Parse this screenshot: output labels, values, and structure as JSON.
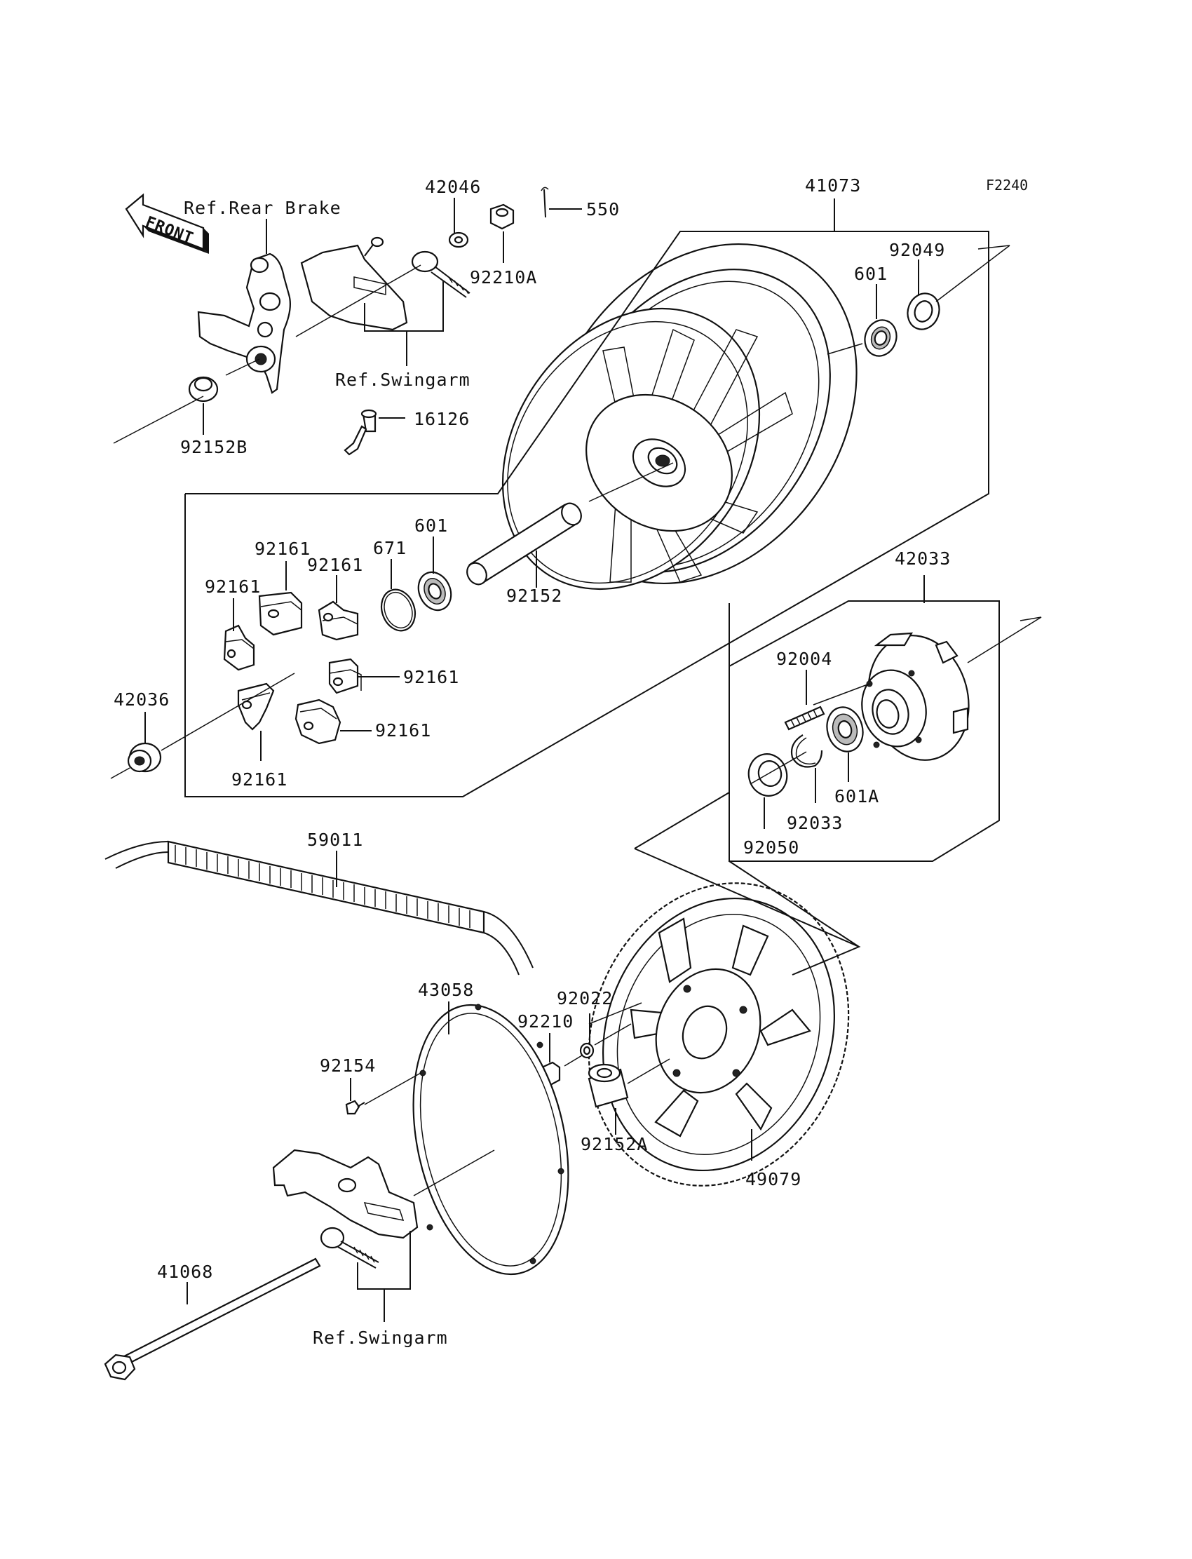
{
  "figure_code": "F2240",
  "front_label": "FRONT",
  "refs": {
    "rear_brake": "Ref.Rear Brake",
    "swingarm_top": "Ref.Swingarm",
    "swingarm_bottom": "Ref.Swingarm"
  },
  "parts": {
    "p42046": "42046",
    "p550": "550",
    "p41073": "41073",
    "p92049": "92049",
    "p601_top": "601",
    "p92210A": "92210A",
    "p92152B": "92152B",
    "p16126": "16126",
    "p92161_a": "92161",
    "p92161_b": "92161",
    "p92161_c": "92161",
    "p92161_d": "92161",
    "p92161_e": "92161",
    "p92161_f": "92161",
    "p671": "671",
    "p601_mid": "601",
    "p92152": "92152",
    "p42033": "42033",
    "p42036": "42036",
    "p92004": "92004",
    "p601A": "601A",
    "p92033": "92033",
    "p92050": "92050",
    "p59011": "59011",
    "p43058": "43058",
    "p92022": "92022",
    "p92210": "92210",
    "p92154": "92154",
    "p92152A": "92152A",
    "p49079": "49079",
    "p41068": "41068"
  }
}
